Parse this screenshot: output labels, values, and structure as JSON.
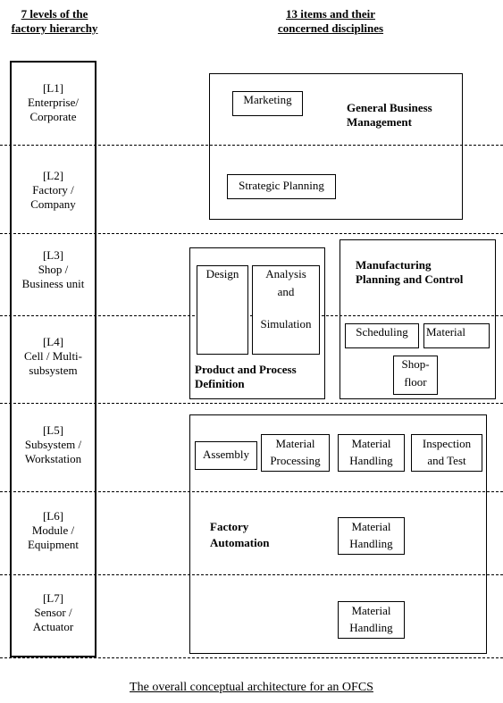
{
  "headers": {
    "levels_line1": "7 levels of the",
    "levels_line2": "factory hierarchy",
    "items_line1": "13 items and their",
    "items_line2": "concerned disciplines"
  },
  "levels": [
    {
      "code": "[L1]",
      "line1": "Enterprise/",
      "line2": "Corporate"
    },
    {
      "code": "[L2]",
      "line1": "Factory /",
      "line2": "Company"
    },
    {
      "code": "[L3]",
      "line1": "Shop /",
      "line2": "Business unit"
    },
    {
      "code": "[L4]",
      "line1": "Cell / Multi-",
      "line2": "subsystem"
    },
    {
      "code": "[L5]",
      "line1": "Subsystem /",
      "line2": "Workstation"
    },
    {
      "code": "[L6]",
      "line1": "Module /",
      "line2": "Equipment"
    },
    {
      "code": "[L7]",
      "line1": "Sensor /",
      "line2": "Actuator"
    }
  ],
  "groups": {
    "gbm": {
      "line1": "General Business",
      "line2": "Management"
    },
    "ppd": {
      "line1": "Product and Process",
      "line2": "Definition"
    },
    "mpc": {
      "line1": "Manufacturing",
      "line2": "Planning and Control"
    },
    "fa": {
      "line1": "Factory",
      "line2": "Automation"
    }
  },
  "items": {
    "marketing": "Marketing",
    "strategic_planning": "Strategic Planning",
    "design": "Design",
    "analysis_line1": "Analysis",
    "analysis_line2": "and",
    "analysis_line3": "Simulation",
    "scheduling": "Scheduling",
    "material": "Material",
    "shopfloor_line1": "Shop-",
    "shopfloor_line2": "floor",
    "assembly": "Assembly",
    "mat_proc_line1": "Material",
    "mat_proc_line2": "Processing",
    "mat_handling_line1": "Material",
    "mat_handling_line2": "Handling",
    "inspection_line1": "Inspection",
    "inspection_line2": "and Test"
  },
  "caption": "The overall conceptual architecture for an OFCS"
}
